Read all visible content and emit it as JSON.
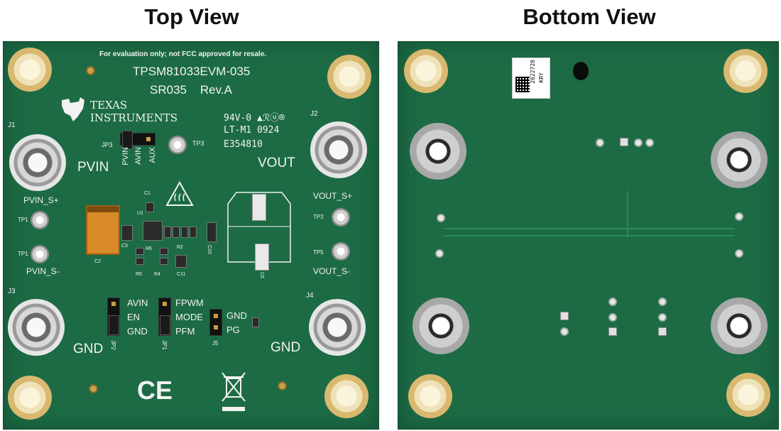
{
  "views": {
    "top_title": "Top View",
    "bottom_title": "Bottom View"
  },
  "top_board": {
    "disclaimer": "For evaluation only; not FCC approved for resale.",
    "board_name": "TPSM81033EVM-035",
    "revision": "SR035    Rev.A",
    "brand_line1": "TEXAS",
    "brand_line2": "INSTRUMENTS",
    "rating": "94V-0 ▲ℛⓤ®",
    "lot": "LT-M1 0924",
    "ul_code": "E354810",
    "labels": {
      "j1": "J1",
      "j2": "J2",
      "j3": "J3",
      "j4": "J4",
      "jp3": "JP3",
      "tp3": "TP3",
      "pvin_header": "PVIN",
      "avin_header": "AVIN",
      "aux": "AUX",
      "pvin": "PVIN",
      "vout": "VOUT",
      "pvin_s_plus": "PVIN_S+",
      "pvin_s_minus": "PVIN_S-",
      "vout_s_plus": "VOUT_S+",
      "vout_s_minus": "VOUT_S-",
      "tp1a": "TP1",
      "tp1b": "TP1",
      "tp2": "TP2",
      "tp5": "TP5",
      "avin": "AVIN",
      "en": "EN",
      "gnd_left": "GND",
      "fpwm": "FPWM",
      "mode": "MODE",
      "pfm": "PFM",
      "gnd_pg": "GND",
      "pg": "PG",
      "jp2": "JP2",
      "jp1": "JP1",
      "j5": "J5",
      "gnd_bottom_left": "GND",
      "gnd_bottom_right": "GND",
      "c1": "C1",
      "c2": "C2",
      "c3": "C3",
      "c5": "C5",
      "c10": "C10",
      "c11": "C11",
      "r2": "R2",
      "r4": "R4",
      "r5": "R5",
      "r6": "R6",
      "u1": "U1",
      "ce_mark": "CE"
    }
  },
  "bottom_board": {
    "sticker_code": "2622728",
    "sticker_suffix": "KRY"
  }
}
